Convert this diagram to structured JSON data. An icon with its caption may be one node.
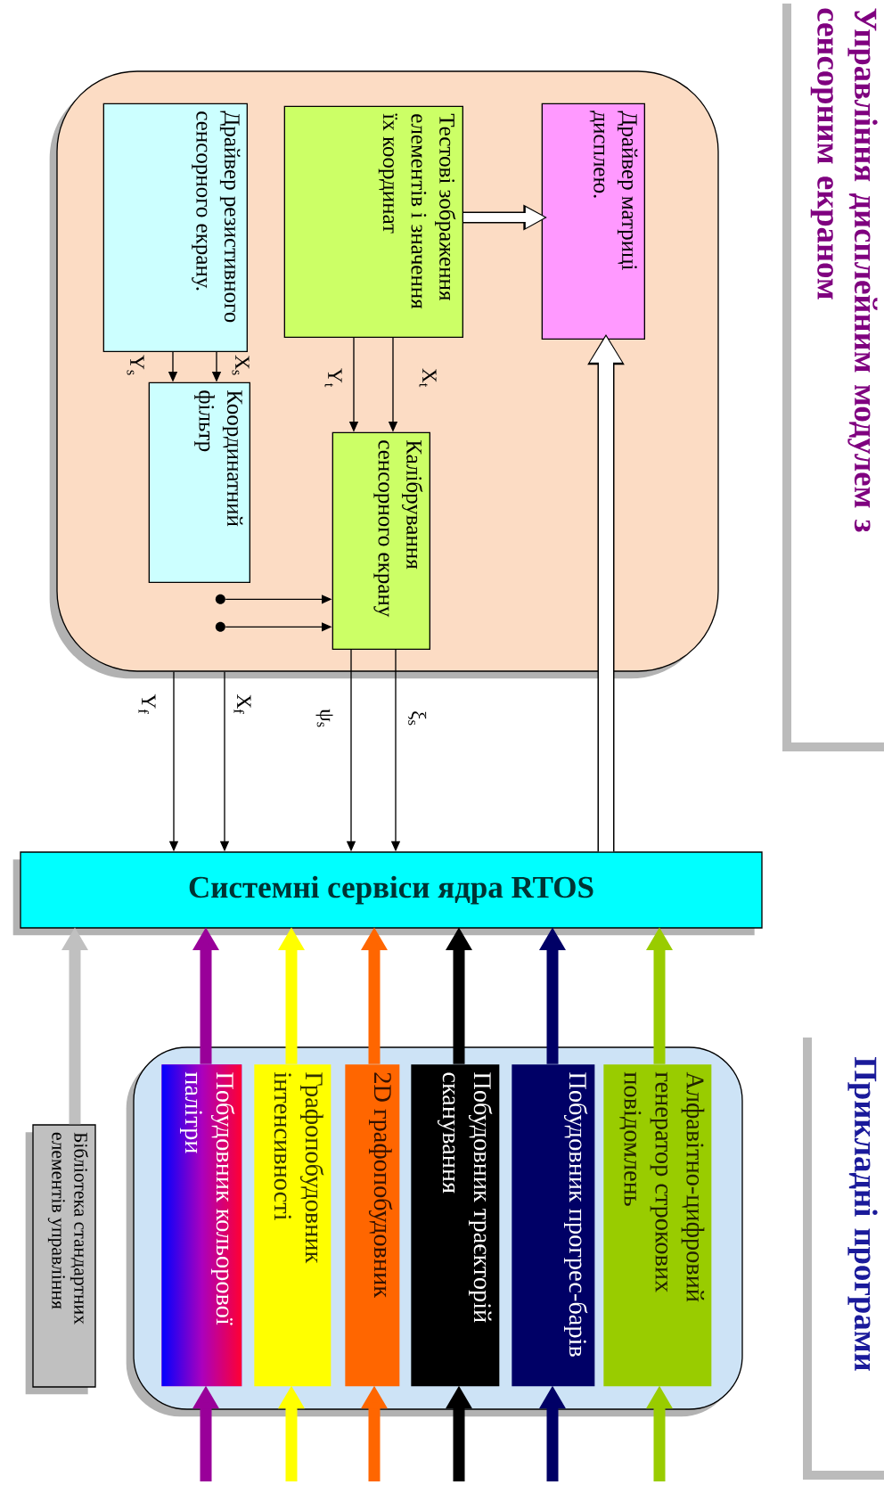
{
  "diagram": {
    "nodes": [
      {
        "text": [],
        "shape": "box"
      },
      {
        "text": [
          "Драйвер резистивного сенсорного екрану."
        ],
        "in": 0
      },
      {
        "text": [
          "Тестові зображення елементів і значення їх координат"
        ],
        "in": 0
      },
      {
        "text": [
          "Драйвер матриці дисплею."
        ],
        "in": 0
      },
      {
        "text": [
          "Координатний фільтр"
        ],
        "in": 0
      },
      {
        "text": [],
        "shape": "circle",
        "in": 0
      },
      {
        "text": [],
        "shape": "circle",
        "in": 0
      },
      {
        "text": [
          "Калібрування сенсорного екрану"
        ],
        "in": 0
      },
      {
        "text": [
          "Системні сервіси ядра RTOS"
        ]
      },
      {
        "text": [],
        "shape": "box"
      },
      {
        "text": [
          "Побудовник кольорової палітри"
        ],
        "in": 9
      },
      {
        "text": [
          "Графопобудовник інтенсивності"
        ],
        "in": 9
      },
      {
        "text": [
          "2D графопобудовник"
        ],
        "in": 9
      },
      {
        "text": [
          "Побудовник траєкторій сканування"
        ],
        "in": 9
      },
      {
        "text": [
          "Побудовник прогрес-барів"
        ],
        "in": 9
      },
      {
        "text": [
          "Алфавітно-цифровий генератор строкових повідомлень"
        ],
        "in": 9
      },
      {
        "text": [
          "Бібліотека стандартних елементів управління"
        ]
      }
    ],
    "edges": [
      {
        "from": 1,
        "to": 4,
        "arrow": "to",
        "label": "Y$_{s}$"
      },
      {
        "from": 1,
        "to": 4,
        "arrow": "to",
        "label": "X$_{s}$"
      },
      {
        "from": 2,
        "to": 7,
        "arrow": "to",
        "label": "Y$_{t}$"
      },
      {
        "from": 2,
        "to": 7,
        "arrow": "to",
        "label": "X$_{t}$"
      },
      {
        "from": 2,
        "to": 3,
        "arrow": "to",
        "color": "#ffffff"
      },
      {
        "from": 5,
        "to": 7,
        "arrow": "to"
      },
      {
        "from": 6,
        "to": 7,
        "arrow": "to"
      },
      {
        "from": 7,
        "to": 8,
        "arrow": "to",
        "label": "ψ$_{s}$"
      },
      {
        "from": 7,
        "to": 8,
        "arrow": "to",
        "label": "ξ$_{s}$"
      },
      {
        "from": 0,
        "to": 8,
        "arrow": "to",
        "label": "Y$_{f}$"
      },
      {
        "from": 0,
        "to": 8,
        "arrow": "to",
        "label": "X$_{f}$"
      },
      {
        "from": 8,
        "to": 3,
        "arrow": "to",
        "color": "#ffffff"
      },
      {
        "from": 16,
        "to": 8,
        "arrow": "to",
        "color": "#c0c0c0"
      },
      {
        "from": 10,
        "to": 8,
        "arrow": "to",
        "color": "#990099"
      },
      {
        "from": 11,
        "to": 8,
        "arrow": "to",
        "color": "#ffff00"
      },
      {
        "from": 12,
        "to": 8,
        "arrow": "to",
        "color": "#ff6600"
      },
      {
        "from": 13,
        "to": 8,
        "arrow": "to",
        "color": "#000000"
      },
      {
        "from": 14,
        "to": 8,
        "arrow": "to",
        "color": "#000066"
      },
      {
        "from": 15,
        "to": 8,
        "arrow": "to",
        "color": "#99cc00"
      },
      {
        "from": null,
        "to": 10,
        "arrow": "to",
        "color": "#990099"
      },
      {
        "from": null,
        "to": 11,
        "arrow": "to",
        "color": "#ffff00"
      },
      {
        "from": null,
        "to": 12,
        "arrow": "to",
        "color": "#ff6600"
      },
      {
        "from": null,
        "to": 13,
        "arrow": "to",
        "color": "#000000"
      },
      {
        "from": null,
        "to": 14,
        "arrow": "to",
        "color": "#000066"
      },
      {
        "from": null,
        "to": 15,
        "arrow": "to",
        "color": "#99cc00"
      }
    ],
    "labels": [
      "Управління дисплейним модулем з сенсорним екраном",
      "Прикладні програми"
    ]
  }
}
